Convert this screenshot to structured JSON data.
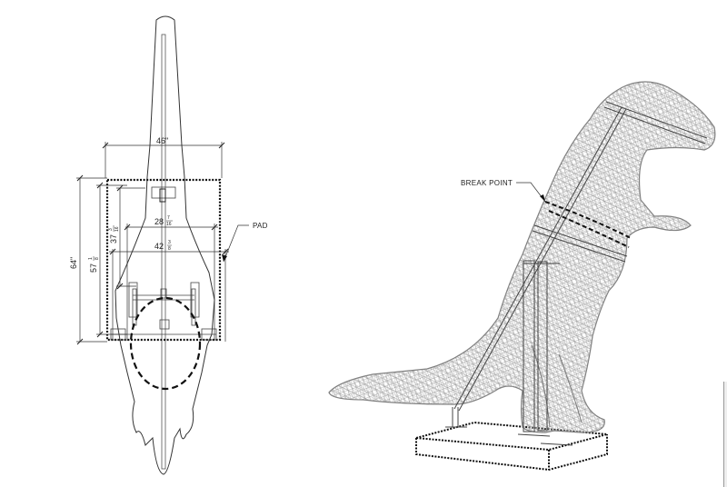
{
  "drawing": {
    "top_view": {
      "dimensions": {
        "width_overall": "46\"",
        "width_upper": "28",
        "width_upper_frac_num": "7",
        "width_upper_frac_den": "16",
        "width_lower": "42",
        "width_lower_frac_num": "3",
        "width_lower_frac_den": "8",
        "length_overall": "64\"",
        "length_pad": "57",
        "length_pad_frac_num": "1",
        "length_pad_frac_den": "8",
        "length_inner": "37",
        "length_inner_frac_num": "3",
        "length_inner_frac_den": "16"
      },
      "callouts": {
        "pad": "PAD"
      }
    },
    "perspective_view": {
      "callouts": {
        "break_point": "BREAK POINT"
      }
    },
    "colors": {
      "line": "#222222",
      "wire": "#8a8a8a",
      "dash": "#111111",
      "frame": "#666666"
    }
  }
}
